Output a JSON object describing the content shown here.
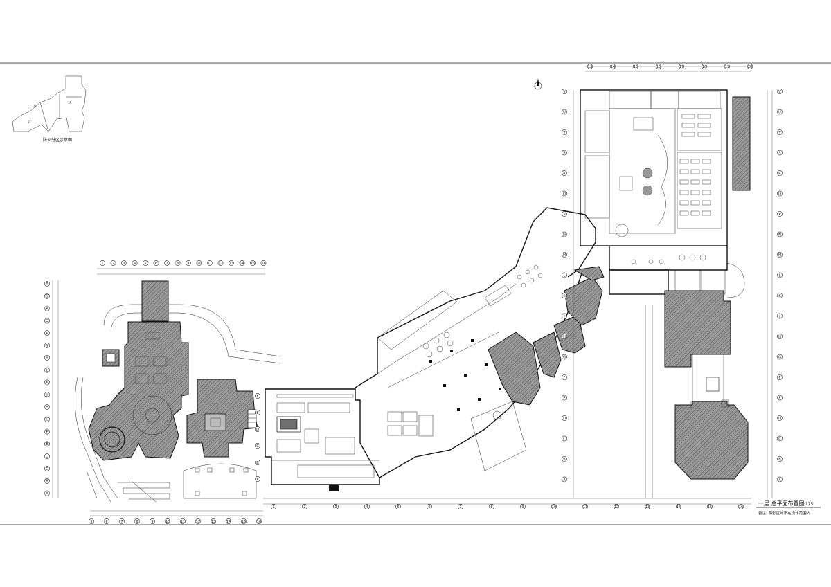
{
  "keyplan": {
    "caption": "防火分区示意图"
  },
  "title_block": {
    "title": "一层 总平面布置图",
    "scale": "1:175",
    "note": "备注: 阴影区域不在设计范围内"
  },
  "grid_left": {
    "top_numbers": [
      "1",
      "2",
      "3",
      "4",
      "5",
      "6",
      "7",
      "8",
      "9",
      "10",
      "11",
      "12",
      "13",
      "14",
      "15",
      "16"
    ],
    "bottom_numbers": [
      "5",
      "6",
      "7",
      "8",
      "9",
      "10",
      "11",
      "12",
      "13",
      "14",
      "15",
      "16"
    ],
    "letters": [
      "T",
      "S",
      "R",
      "Q",
      "P",
      "N",
      "M",
      "L",
      "K",
      "J",
      "H",
      "G",
      "F",
      "E",
      "D",
      "C",
      "B",
      "A"
    ]
  },
  "grid_middle": {
    "bottom_numbers": [
      "1",
      "2",
      "3",
      "4",
      "5",
      "6",
      "7",
      "8",
      "9",
      "10",
      "11",
      "12",
      "13",
      "14",
      "15",
      "16"
    ],
    "letters": [
      "F",
      "E",
      "D",
      "C",
      "B",
      "A"
    ]
  },
  "grid_right": {
    "top_numbers": [
      "13",
      "14",
      "15",
      "16",
      "17",
      "18",
      "19",
      "20"
    ],
    "letters_left": [
      "V",
      "U",
      "T",
      "S",
      "R",
      "Q",
      "P",
      "N",
      "M",
      "L",
      "K",
      "J",
      "H",
      "G",
      "F",
      "E",
      "D",
      "C",
      "B",
      "A"
    ],
    "letters_right": [
      "V",
      "U",
      "T",
      "S",
      "R",
      "Q",
      "P",
      "N",
      "M",
      "L",
      "K",
      "J",
      "H",
      "G",
      "F",
      "E",
      "D",
      "C",
      "B",
      "A"
    ]
  }
}
